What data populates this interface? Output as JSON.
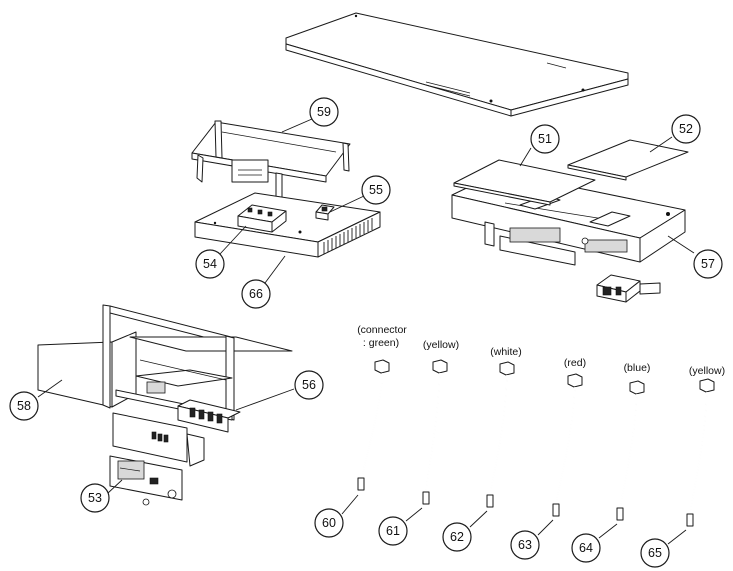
{
  "callouts": {
    "c51": "51",
    "c52": "52",
    "c53": "53",
    "c54": "54",
    "c55": "55",
    "c56": "56",
    "c57": "57",
    "c58": "58",
    "c59": "59",
    "c60": "60",
    "c61": "61",
    "c62": "62",
    "c63": "63",
    "c64": "64",
    "c65": "65",
    "c66": "66"
  },
  "wire_labels": {
    "w60_line1": "(connector",
    "w60_line2": ": green)",
    "w61": "(yellow)",
    "w62": "(white)",
    "w63": "(red)",
    "w64": "(blue)",
    "w65": "(yellow)"
  }
}
